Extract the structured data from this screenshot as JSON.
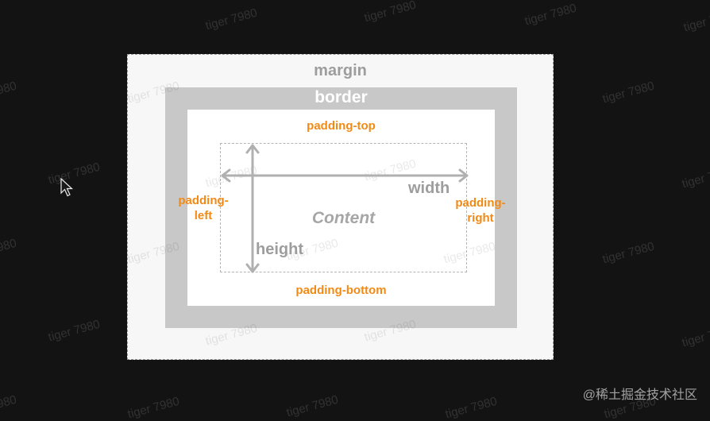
{
  "labels": {
    "margin": "margin",
    "border": "border",
    "padding_top": "padding-top",
    "padding_bottom": "padding-bottom",
    "padding_left_line1": "padding-",
    "padding_left_line2": "left",
    "padding_right_line1": "padding-",
    "padding_right_line2": "right",
    "width": "width",
    "height": "height",
    "content": "Content"
  },
  "watermark_text": "tiger 7980",
  "footer_credit": "@稀土掘金技术社区",
  "colors": {
    "background": "#131313",
    "margin_fill": "#f7f7f7",
    "border_fill": "#c8c8c8",
    "padding_fill": "#ffffff",
    "padding_label": "#f28a16",
    "gray_label": "#9d9d9d"
  },
  "icons": {
    "cursor": "mouse-pointer-icon",
    "width_arrow": "double-headed-horizontal-arrow-icon",
    "height_arrow": "double-headed-vertical-arrow-icon"
  }
}
